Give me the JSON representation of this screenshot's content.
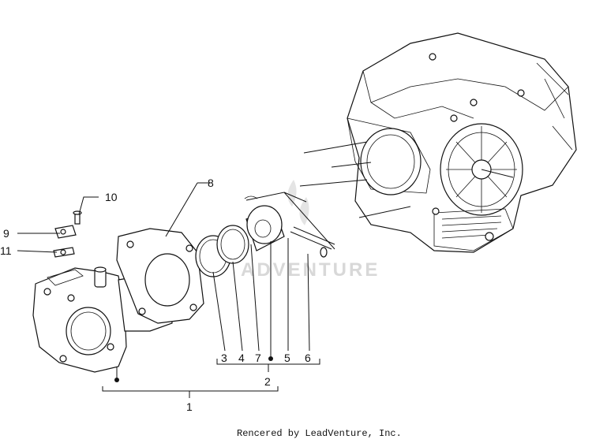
{
  "callouts": {
    "c1": "1",
    "c2": "2",
    "c3": "3",
    "c4": "4",
    "c5": "5",
    "c6": "6",
    "c7": "7",
    "c8": "8",
    "c9": "9",
    "c10": "10",
    "c11": "11"
  },
  "watermark": "ADVENTURE",
  "credit": "Rencered by LeadVenture, Inc."
}
